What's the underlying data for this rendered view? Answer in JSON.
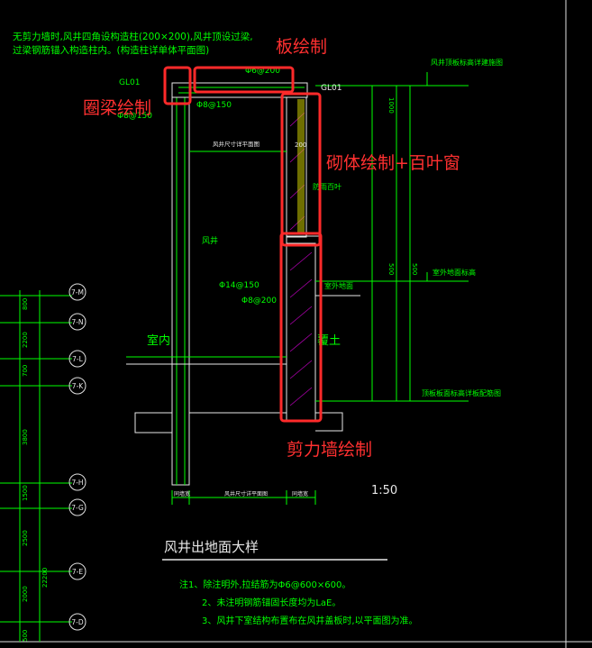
{
  "drawing": {
    "top_note_line1": "无剪力墙时,风井四角设构造柱(200×200),风井顶设过梁,",
    "top_note_line2": "过梁钢筋锚入构造柱内。(构造柱详单体平面图)",
    "title": "风井出地面大样",
    "scale": "1:50",
    "notes": [
      "注1、除注明外,拉结筋为Φ6@600×600。",
      "2、未注明钢筋锚固长度均为LaE。",
      "3、风井下室结构布置布在风井盖板时,以平面图为准。"
    ]
  },
  "labels": {
    "gl01_left": "GL01",
    "gl01_right": "GL01",
    "slab_rebar": "Φ6@200",
    "rebar_150a": "Φ8@150",
    "rebar_150b": "Φ8@150",
    "wall_width_label": "200",
    "louver": "防雨百叶",
    "shaft": "风井",
    "rebar_14": "Φ14@150",
    "rebar_8_200": "Φ8@200",
    "outdoor_ground": "室外地面",
    "indoor": "室内",
    "soil": "覆土",
    "roof_elev": "风井顶板标高详建施图",
    "outdoor_elev": "室外地面标高",
    "slab_elev": "顶板板面标高详板配筋图",
    "plan_dim": "风井尺寸详平面图",
    "dim_500a": "500",
    "dim_500b": "500",
    "wall_thk_left": "同墙宽",
    "wall_thk_right": "同墙宽",
    "bottom_dim": "风井尺寸详平面图",
    "dim_top": "1000"
  },
  "annotations": {
    "slab": "板绘制",
    "ring_beam": "圈梁绘制",
    "masonry": "砌体绘制+百叶窗",
    "shear_wall": "剪力墙绘制"
  },
  "axes": {
    "grid_labels": [
      "7-M",
      "7-N",
      "7-L",
      "7-K",
      "7-H",
      "7-G",
      "7-E",
      "7-D"
    ],
    "dims": [
      "800",
      "2200",
      "700",
      "3800",
      "1500",
      "2500",
      "2000",
      "22200",
      "500"
    ]
  },
  "colors": {
    "background": "#000000",
    "cad_green": "#00ff00",
    "cad_white": "#e8e8e8",
    "cad_yellow": "#ffff00",
    "annotation_red": "#ff2a2a",
    "hatch": "#b000b0"
  }
}
